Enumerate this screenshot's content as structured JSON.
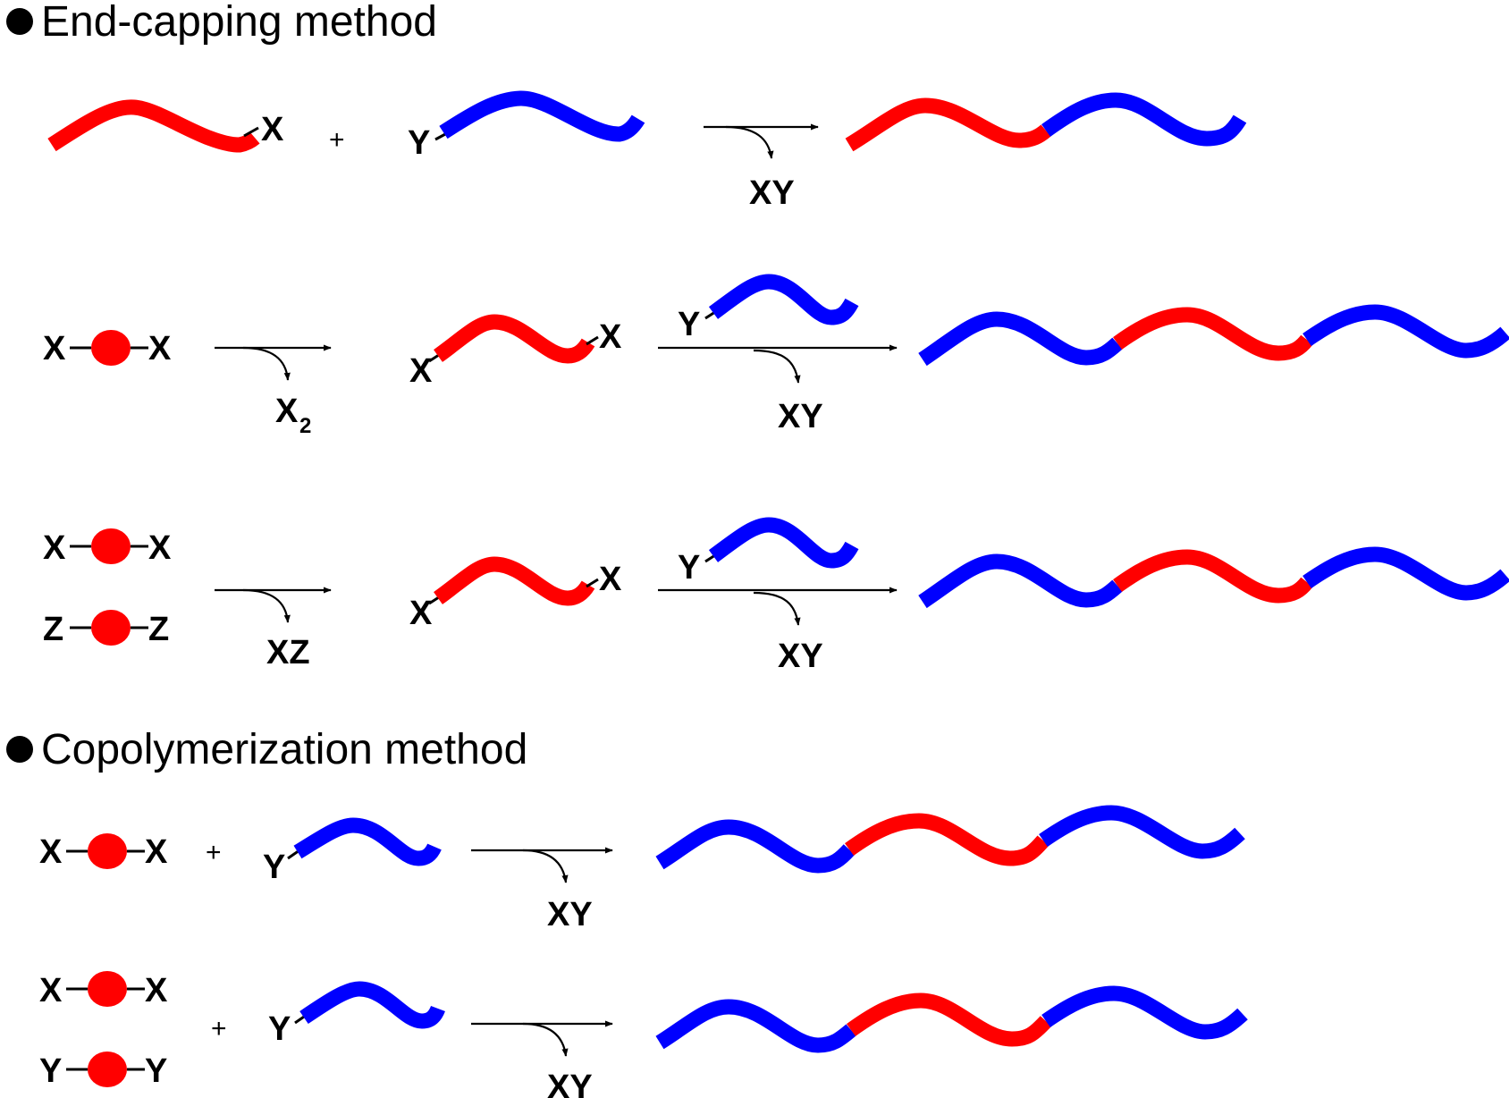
{
  "colors": {
    "blockA": "#ff0000",
    "blockB": "#0000ff",
    "ink": "#000000"
  },
  "icons": {
    "bullet": "bullet-dot-icon",
    "monomer": "monomer-circle-icon",
    "arrow": "reaction-arrow-icon"
  },
  "sections": {
    "end_capping": {
      "title": "End-capping method"
    },
    "copolymerization": {
      "title": "Copolymerization method"
    }
  },
  "labels": {
    "X": "X",
    "Y": "Y",
    "Z": "Z",
    "plus": "+",
    "XY": "XY",
    "XZ": "XZ",
    "X2_base": "X",
    "X2_sub": "2"
  }
}
